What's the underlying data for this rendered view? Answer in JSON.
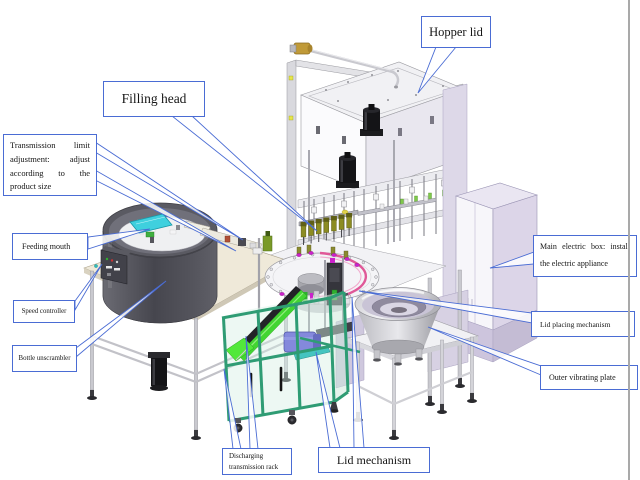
{
  "diagram": {
    "type": "annotated machine diagram",
    "subject": "Automatic bottle filling and capping machine (3D CAD view with callout labels)",
    "callout_color": "#4a6cd4"
  },
  "labels": {
    "hopper_lid": "Hopper lid",
    "filling_head": "Filling head",
    "transmission_limit_adjustment": "Transmission limit adjustment: adjust according to the product size",
    "feeding_mouth": "Feeding mouth",
    "speed_controller": "Speed controller",
    "bottle_unscrambler": "Bottle unscrambler",
    "main_electric_box": "Main electric box: install the electric appliance",
    "lid_placing_mechanism": "Lid placing mechanism",
    "outer_vibrating_plate": "Outer vibrating plate",
    "discharging_transmission_rack": "Discharging transmission rack",
    "lid_mechanism": "Lid mechanism"
  },
  "colors": {
    "callout_blue": "#4a6cd4",
    "drum_gray": "#4a4a52",
    "table_beige": "#efe9d9",
    "conveyor_green": "#42d532",
    "enclosure_teal": "#2f9c74",
    "chute_cyan": "#3fd0de",
    "cap_magenta": "#cb22cb",
    "motor_black": "#141417",
    "conveyor_motor_blue": "#8489dc",
    "cabinet_lavender": "#dcd5e8",
    "star_rim_pink": "#e05898",
    "bowl_silver": "#d9d9dd",
    "nozzle_olive": "#8c8c22",
    "brass": "#c09a38"
  }
}
